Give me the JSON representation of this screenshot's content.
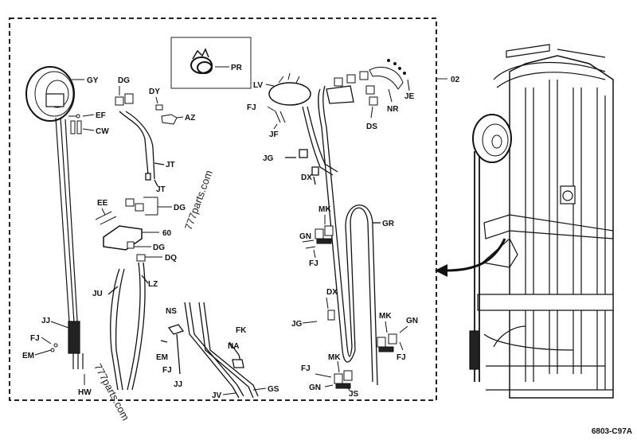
{
  "diagram": {
    "callouts": {
      "GY": "GY",
      "DG_top": "DG",
      "DY": "DY",
      "AZ": "AZ",
      "EF": "EF",
      "CW": "CW",
      "JT_1": "JT",
      "JT_2": "JT",
      "EE": "EE",
      "DG_mid": "DG",
      "n60": "60",
      "DG_low": "DG",
      "DQ": "DQ",
      "JU": "JU",
      "LZ": "LZ",
      "JJ_left": "JJ",
      "FJ_left": "FJ",
      "EM_left": "EM",
      "HW": "HW",
      "NS": "NS",
      "EM_mid": "EM",
      "FJ_mid": "FJ",
      "JJ_mid": "JJ",
      "FK": "FK",
      "NA": "NA",
      "JV": "JV",
      "GS": "GS",
      "PR": "PR",
      "LV": "LV",
      "FJ_lv": "FJ",
      "JF": "JF",
      "JG_top": "JG",
      "DX_top": "DX",
      "DS": "DS",
      "NR": "NR",
      "JE": "JE",
      "n02": "02",
      "MK_top": "MK",
      "GN_top": "GN",
      "FJ_mk": "FJ",
      "GR": "GR",
      "DX_low": "DX",
      "JG_low": "JG",
      "MK_right": "MK",
      "GN_right": "GN",
      "FJ_right": "FJ",
      "FJ_bot": "FJ",
      "MK_bot": "MK",
      "GN_bot": "GN",
      "JS": "JS"
    },
    "watermarks": [
      "777parts.com",
      "777parts.com"
    ],
    "figure_code": "6803-C97A"
  }
}
